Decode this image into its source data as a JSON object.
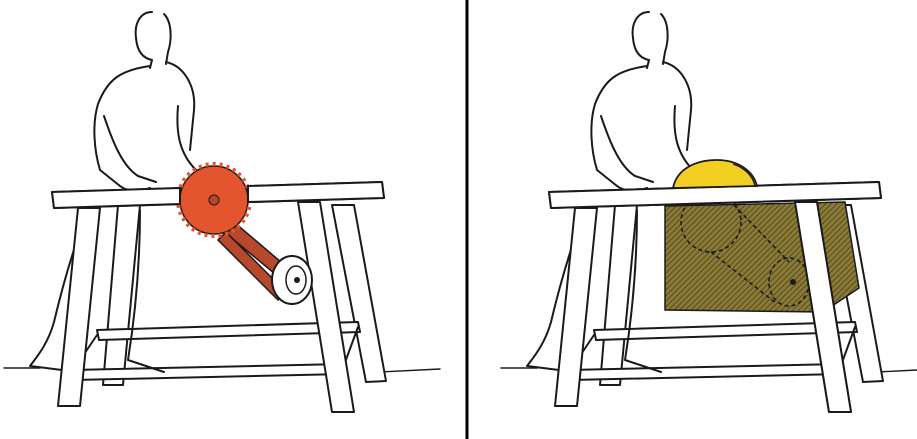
{
  "panels": [
    {
      "id": "unguarded",
      "blade": "exposed",
      "belt": "exposed"
    },
    {
      "id": "guarded",
      "blade": "top-guard",
      "belt": "enclosed"
    }
  ],
  "colors": {
    "blade_unguarded": "#e2552f",
    "belt_unguarded": "#b8482c",
    "blade_guard": "#f2cf22",
    "enclosure_fill": "#8a7a38",
    "enclosure_hatch": "#4a3f16",
    "divider": "#000000",
    "line": "#1a1a1a"
  }
}
